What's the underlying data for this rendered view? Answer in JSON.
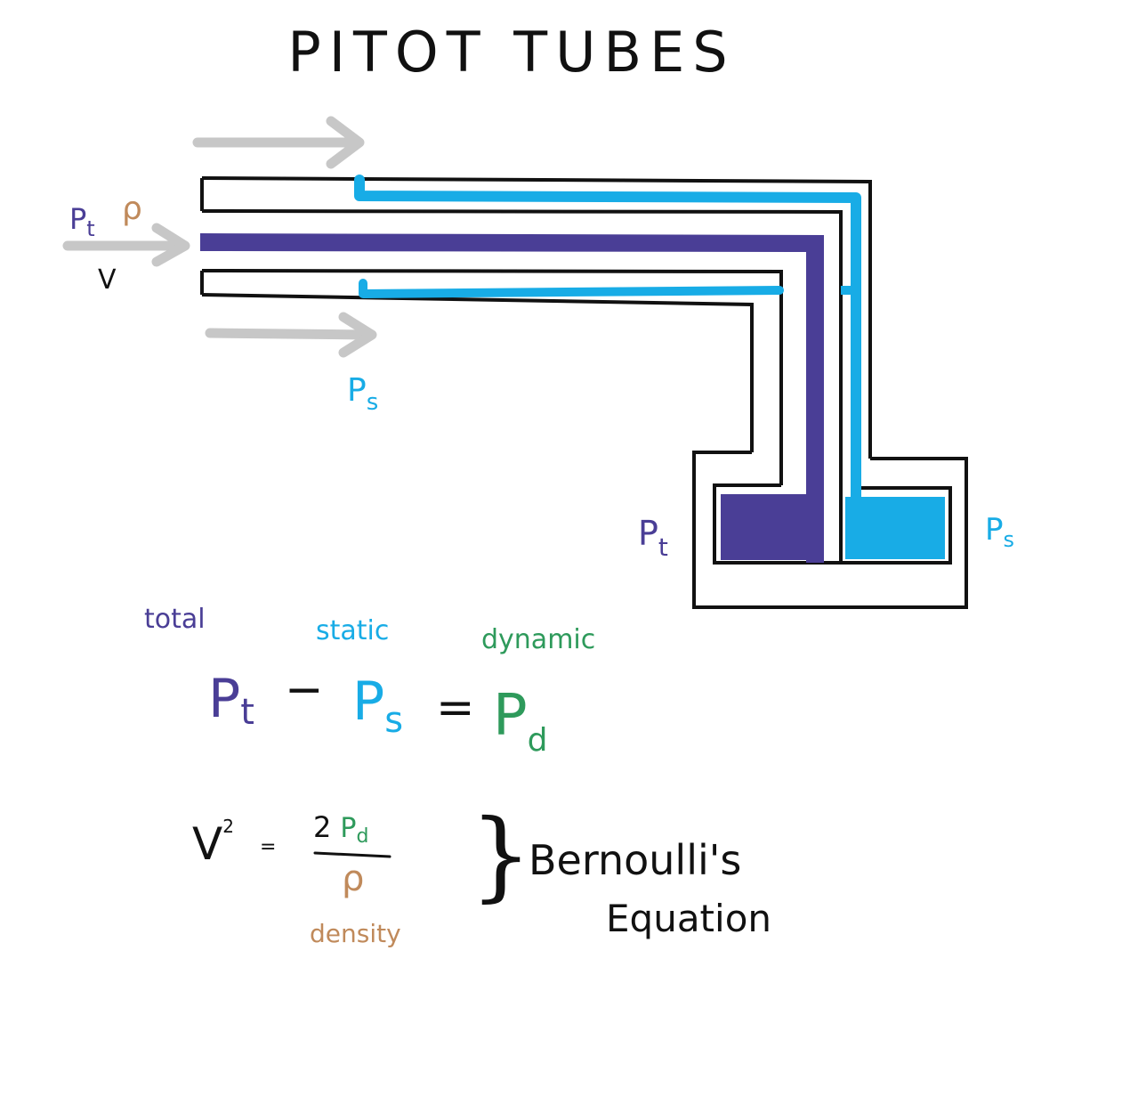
{
  "title": "PITOT TUBES",
  "colors": {
    "total": "#4a3e96",
    "static": "#18ace6",
    "dynamic": "#2e9a5b",
    "density": "#c08a5b",
    "flow_arrow": "#c7c7c7",
    "outline": "#111111"
  },
  "inlet_labels": {
    "pt_main": "P",
    "pt_sub": "t",
    "rho": "ρ",
    "velocity": "V"
  },
  "static_port_label": {
    "main": "P",
    "sub": "s"
  },
  "gauge_labels": {
    "total_main": "P",
    "total_sub": "t",
    "static_main": "P",
    "static_sub": "s"
  },
  "equation1": {
    "word_total": "total",
    "word_static": "static",
    "word_dynamic": "dynamic",
    "pt_main": "P",
    "pt_sub": "t",
    "minus": "−",
    "ps_main": "P",
    "ps_sub": "s",
    "equals": "=",
    "pd_main": "P",
    "pd_sub": "d"
  },
  "equation2": {
    "v": "V",
    "squared": "2",
    "equals": "=",
    "numerator_coef": "2",
    "numerator_main": "P",
    "numerator_sub": "d",
    "denominator": "ρ",
    "density_note": "density",
    "brace": "}",
    "label_line1": "Bernoulli's",
    "label_line2": "Equation"
  }
}
